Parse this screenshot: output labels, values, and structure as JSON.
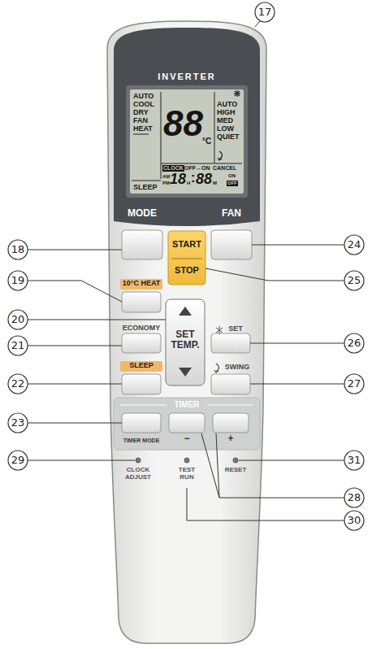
{
  "diagram": {
    "nodes": [
      {
        "text": [
          "INVERTER"
        ]
      },
      {
        "text": [
          "AUTO",
          "COOL",
          "DRY",
          "FAN",
          "HEAT",
          "88",
          "°C",
          "AUTO",
          "HIGH",
          "MED",
          "LOW",
          "QUIET",
          "SLEEP",
          "CLOCK",
          "OFF↔ON",
          "CANCEL",
          "AM",
          "PM",
          "18",
          "H",
          ":",
          "88",
          "M",
          "ON",
          "OFF"
        ],
        "in": 0
      },
      {
        "text": [
          "MODE"
        ],
        "in": 0
      },
      {
        "text": [
          "FAN"
        ],
        "in": 0
      },
      {
        "text": [
          "START",
          "STOP"
        ],
        "in": 0
      },
      {
        "text": [
          "10°C HEAT"
        ],
        "in": 0
      },
      {
        "text": [
          "ECONOMY"
        ],
        "in": 0
      },
      {
        "text": [
          "SET TEMP."
        ],
        "in": 0
      },
      {
        "text": [
          "SLEEP"
        ],
        "in": 0
      },
      {
        "text": [
          "SET"
        ],
        "in": 0
      },
      {
        "text": [
          "SWING"
        ],
        "in": 0
      },
      {
        "text": [
          "TIMER"
        ],
        "in": 0
      },
      {
        "text": [
          "TIMER MODE"
        ],
        "in": 11
      },
      {
        "text": [
          "−"
        ],
        "in": 11
      },
      {
        "text": [
          "+"
        ],
        "in": 11
      }
    ],
    "labels": [
      "17",
      "18",
      "19",
      "20",
      "21",
      "22",
      "23",
      "24",
      "25",
      "26",
      "27",
      "28",
      "29",
      "30",
      "31",
      "CLOCK ADJUST",
      "TEST RUN",
      "RESET"
    ]
  }
}
